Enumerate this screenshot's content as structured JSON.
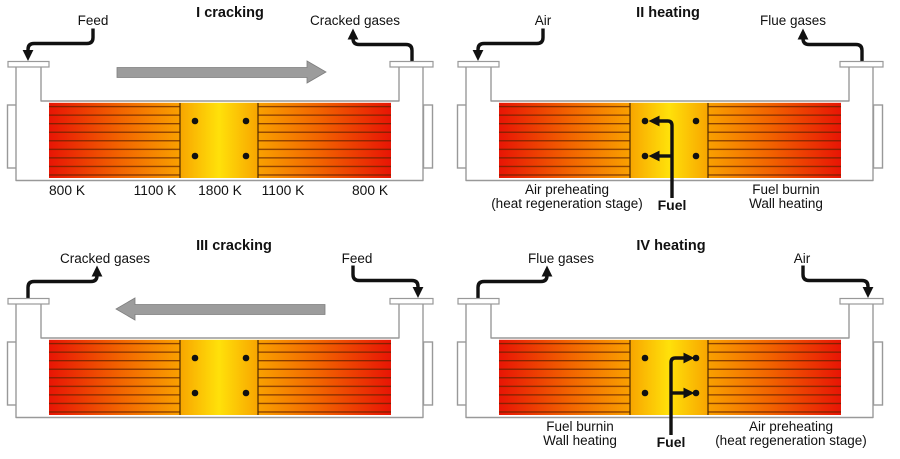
{
  "figure": {
    "description": "Reverse-flow regenerative cracking reactor cycle, four stages",
    "background": "#ffffff"
  },
  "colors": {
    "matrix_red": "#e81505",
    "matrix_orange": "#f89c00",
    "matrix_yellow": "#ffe10a",
    "channel_line": "#5f2000",
    "vessel_outline": "#999999",
    "flow_arrow_gray": "#9c9c9c",
    "ink": "#111111"
  },
  "panels": [
    {
      "title": "I cracking",
      "left_port_label": "Feed",
      "right_port_label": "Cracked gases",
      "flow_direction": "right",
      "temperature_labels": [
        "800 K",
        "1100 K",
        "1800 K",
        "1100 K",
        "800 K"
      ]
    },
    {
      "title": "II heating",
      "left_port_label": "Air",
      "right_port_label": "Flue gases",
      "fuel_direction": "left",
      "fuel_label": "Fuel",
      "left_zone_lines": [
        "Air preheating",
        "(heat regeneration stage)"
      ],
      "right_zone_lines": [
        "Fuel burnin",
        "Wall heating"
      ]
    },
    {
      "title": "III cracking",
      "left_port_label": "Cracked gases",
      "right_port_label": "Feed",
      "flow_direction": "left"
    },
    {
      "title": "IV heating",
      "left_port_label": "Flue gases",
      "right_port_label": "Air",
      "fuel_direction": "right",
      "fuel_label": "Fuel",
      "left_zone_lines": [
        "Fuel burnin",
        "Wall heating"
      ],
      "right_zone_lines": [
        "Air preheating",
        "(heat regeneration stage)"
      ]
    }
  ]
}
